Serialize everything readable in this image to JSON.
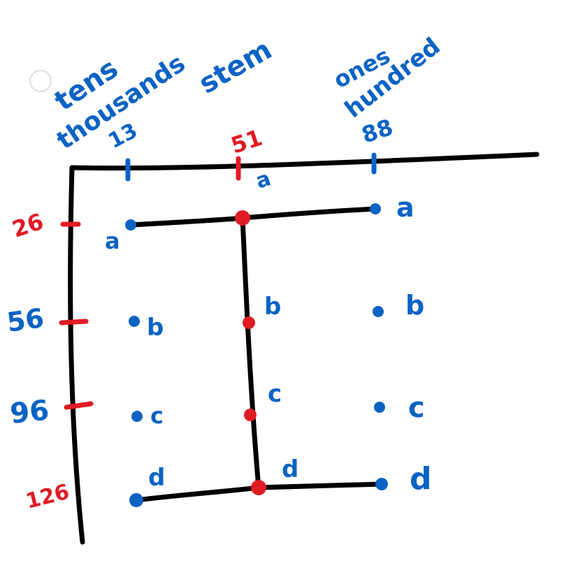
{
  "colors": {
    "ink_black": "#000000",
    "ink_blue": "#0b63c4",
    "ink_red": "#e01b24",
    "background": "#ffffff"
  },
  "header": {
    "col1_label_top": "tens",
    "col1_label_bottom": "thousands",
    "col2_label": "stem",
    "col3_label_top": "ones",
    "col3_label_bottom": "hundred"
  },
  "columns": {
    "col1_value": "13",
    "col2_value": "51",
    "col2_sub_label": "a",
    "col3_value": "88"
  },
  "rows": {
    "row1_value": "26",
    "row2_value": "56",
    "row3_value": "96",
    "row4_value": "126"
  },
  "point_labels": {
    "col1": [
      "a",
      "b",
      "c",
      "d"
    ],
    "col2": [
      "b",
      "c",
      "d"
    ],
    "col3": [
      "a",
      "b",
      "c",
      "d"
    ]
  }
}
